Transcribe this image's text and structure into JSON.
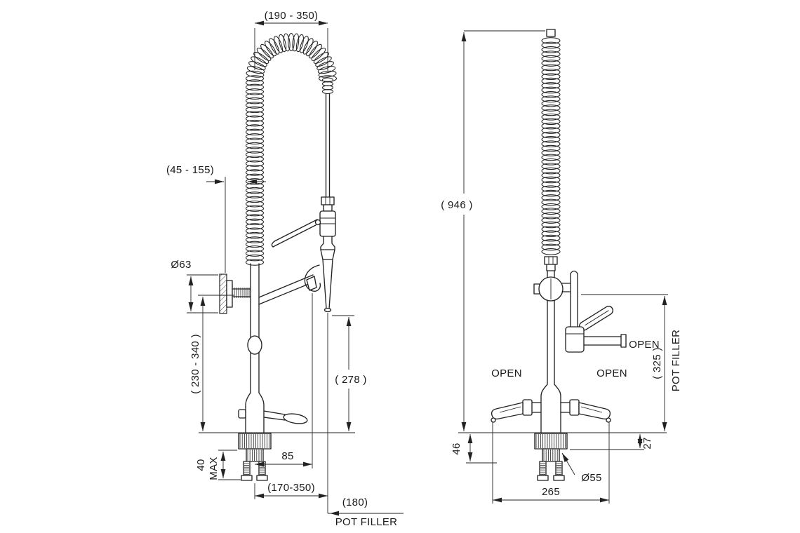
{
  "colors": {
    "ink": "#222222",
    "background": "#ffffff"
  },
  "left_view": {
    "dim_hose_reach": "(190 - 350)",
    "dim_wall_distance": "(45 - 155)",
    "dim_flange_dia": "Ø63",
    "dim_bracket_height": "( 230 - 340 )",
    "dim_spray_height": "( 278 )",
    "dim_deck_thickness": "40",
    "dim_deck_thickness_suffix": "MAX",
    "dim_spout_offset": "85",
    "dim_spout_reach": "(170-350)",
    "dim_pot_filler_length": "(180)",
    "pot_filler_label": "POT FILLER"
  },
  "front_view": {
    "dim_total_height": "( 946 )",
    "dim_pot_filler_height": "( 325 )",
    "pot_filler_label": "POT FILLER",
    "open_pot_filler": "OPEN",
    "open_left_handle": "OPEN",
    "open_right_handle": "OPEN",
    "dim_below_deck": "46",
    "dim_flange_height": "27",
    "dim_base_dia": "Ø55",
    "dim_handle_span": "265"
  }
}
